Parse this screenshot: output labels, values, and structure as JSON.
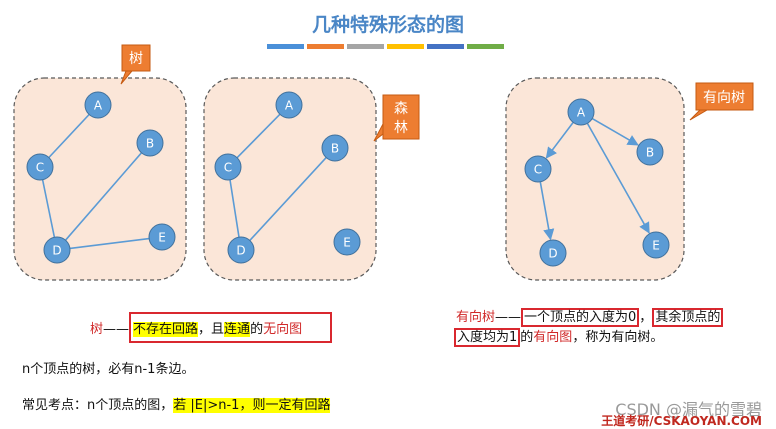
{
  "title": "几种特殊形态的图",
  "color_bar": [
    "#4a90d9",
    "#ed7d31",
    "#a5a5a5",
    "#ffc000",
    "#4472c4",
    "#70ad47"
  ],
  "callouts": {
    "tree": "树",
    "forest_line1": "森",
    "forest_line2": "林",
    "directed_tree": "有向树"
  },
  "graphs": {
    "tree": {
      "nodes": [
        "A",
        "B",
        "C",
        "D",
        "E"
      ],
      "edges": [
        [
          "A",
          "C"
        ],
        [
          "C",
          "D"
        ],
        [
          "D",
          "B"
        ],
        [
          "D",
          "E"
        ]
      ]
    },
    "forest": {
      "nodes": [
        "A",
        "B",
        "C",
        "D",
        "E"
      ],
      "edges": [
        [
          "A",
          "C"
        ],
        [
          "C",
          "D"
        ],
        [
          "D",
          "B"
        ]
      ]
    },
    "directed_tree": {
      "nodes": [
        "A",
        "B",
        "C",
        "D",
        "E"
      ],
      "edges": [
        [
          "A",
          "C"
        ],
        [
          "A",
          "B"
        ],
        [
          "A",
          "E"
        ],
        [
          "C",
          "D"
        ]
      ]
    }
  },
  "tree_def": {
    "term": "树",
    "dash": "——",
    "part1": "不存在回路",
    "part2": "，且",
    "part3": "连通",
    "part4": "的",
    "part5": "无向图"
  },
  "dtree_def": {
    "term": "有向树",
    "dash": "——",
    "part1": "一个顶点的入度为0",
    "part2": "，",
    "part3": "其余顶点的",
    "part4": "入度均为1",
    "part5": "的",
    "part6": "有向图",
    "part7": "，称为有向树。"
  },
  "note1": "n个顶点的树，必有n-1条边。",
  "note2_prefix": "常见考点：n个顶点的图，",
  "note2_highlight": "若 |E|>n-1，则一定有回路",
  "watermark_csdn": "CSDN @漏气的雪碧",
  "watermark_wangdao": "王道考研/CSKAOYAN.COM",
  "colors": {
    "panel_fill": "#fbe6d8",
    "panel_stroke": "#595959",
    "node_fill": "#5b9bd5",
    "edge": "#5b9bd5",
    "callout_fill": "#ed7d31",
    "accent_red": "#d12a2a",
    "highlight": "#ffff00"
  }
}
